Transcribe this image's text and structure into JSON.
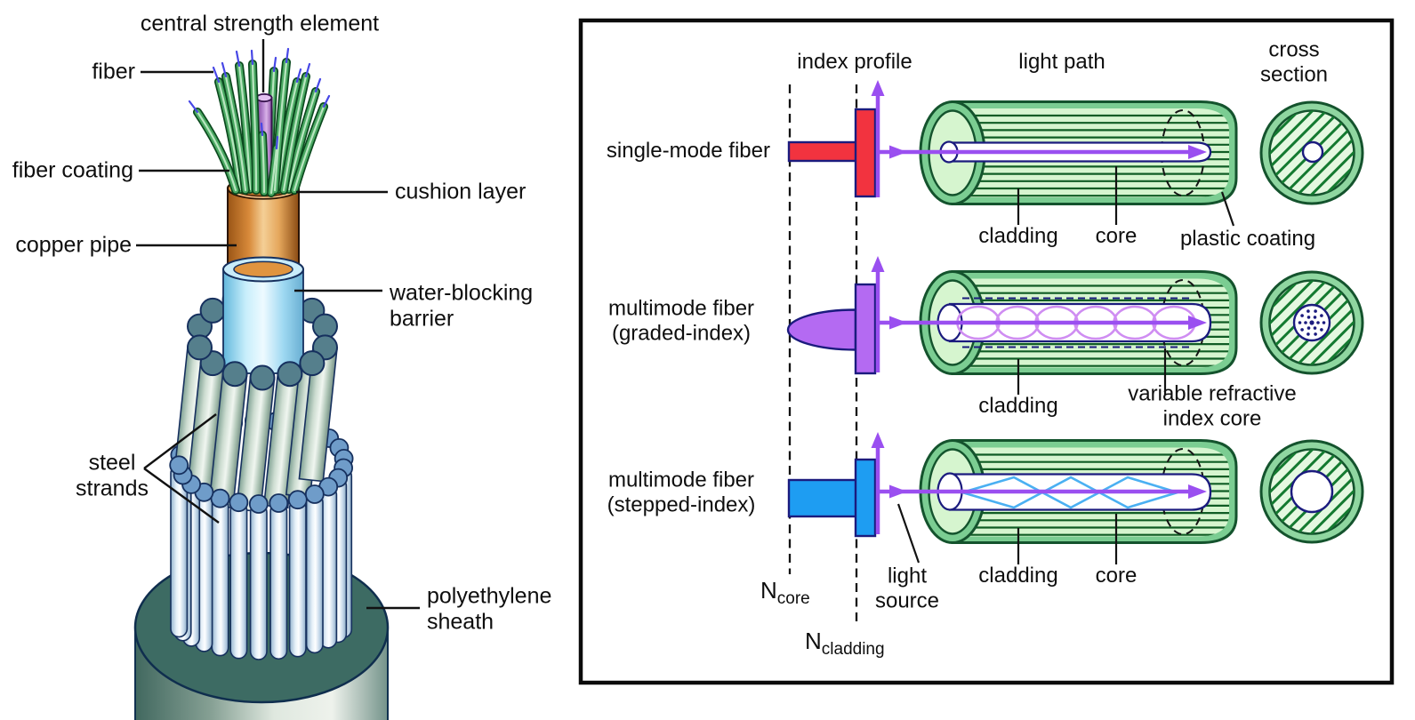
{
  "left_panel": {
    "labels": {
      "central_strength_element": "central strength element",
      "fiber": "fiber",
      "fiber_coating": "fiber coating",
      "copper_pipe": "copper pipe",
      "cushion_layer": "cushion layer",
      "water_blocking_barrier": "water-blocking\nbarrier",
      "steel_strands": "steel\nstrands",
      "polyethylene_sheath": "polyethylene\nsheath"
    }
  },
  "right_panel": {
    "column_headers": {
      "index_profile": "index profile",
      "light_path": "light path",
      "cross_section": "cross section"
    },
    "rows": [
      {
        "label": "single-mode fiber",
        "annotations": {
          "cladding": "cladding",
          "core": "core",
          "plastic_coating": "plastic coating"
        }
      },
      {
        "label": "multimode fiber\n(graded-index)",
        "annotations": {
          "cladding": "cladding",
          "core": "variable refractive index core"
        }
      },
      {
        "label": "multimode fiber\n(stepped-index)",
        "annotations": {
          "cladding": "cladding",
          "core": "core",
          "light_source": "light\nsource"
        }
      }
    ],
    "axis_labels": {
      "n_core": {
        "base": "N",
        "sub": "core"
      },
      "n_cladding": {
        "base": "N",
        "sub": "cladding"
      }
    }
  },
  "colors": {
    "single_mode_profile": "#f2333f",
    "graded_profile": "#b46af2",
    "stepped_profile": "#1e9df2",
    "light_arrow_purple": "#9a4ff0",
    "zigzag_ray_cyan": "#4ab0f2",
    "lens_ray_lilac": "#cf8df2",
    "fiber_green": "#4aa862",
    "cylinder_coat_green": "#7bcd92",
    "cylinder_face_green": "#d6f5cf",
    "stripe_dark_green": "#0f5c24",
    "outline_navy": "#1b1b7e",
    "copper_pipe_orange": "#d88a3a",
    "water_barrier_blue": "#aee4f7",
    "steel_strand_gray": "#c2d6e8",
    "strand_top_blue": "#6f9cc9",
    "sheath_teal": "#3c6b64"
  }
}
